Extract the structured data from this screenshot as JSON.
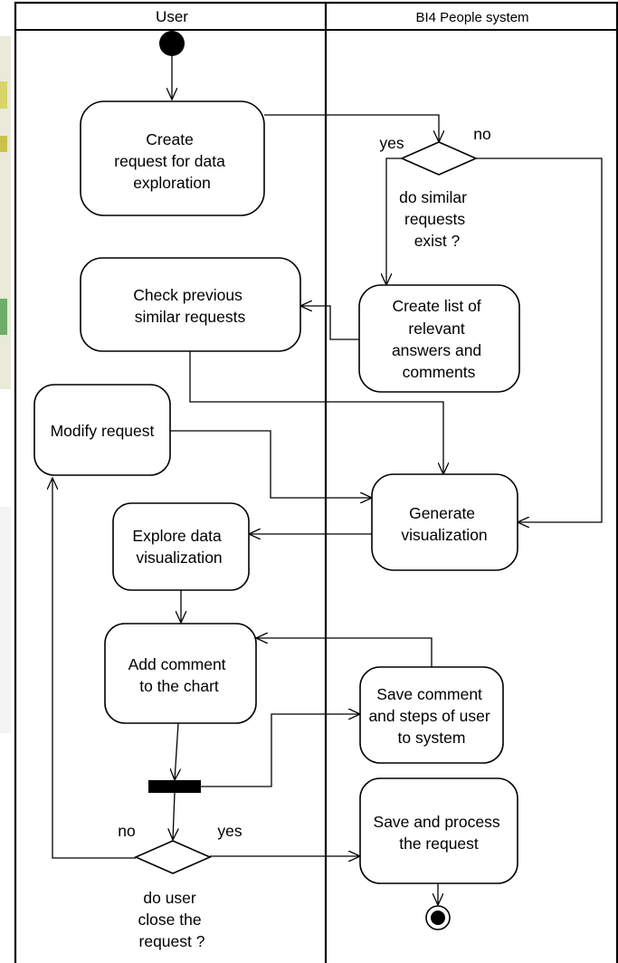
{
  "lanes": {
    "user": "User",
    "system": "BI4 People system"
  },
  "actions": {
    "create_request": [
      "Create",
      "request for data",
      "exploration"
    ],
    "check_previous": [
      "Check previous",
      "similar requests"
    ],
    "create_list": [
      "Create list of",
      "relevant",
      "answers and",
      "comments"
    ],
    "modify_request": [
      "Modify request"
    ],
    "generate_visualization": [
      "Generate",
      "visualization"
    ],
    "explore_visualization": [
      "Explore data",
      "visualization"
    ],
    "add_comment": [
      "Add comment",
      "to the chart"
    ],
    "save_comment": [
      "Save comment",
      "and steps of user",
      "to system"
    ],
    "save_process": [
      "Save and process",
      "the request"
    ]
  },
  "decisions": {
    "similar_requests": {
      "question": [
        "do similar",
        "requests",
        "exist ?"
      ],
      "yes_label": "yes",
      "no_label": "no"
    },
    "close_request": {
      "question": [
        "do user",
        "close the",
        "request ?"
      ],
      "yes_label": "yes",
      "no_label": "no"
    }
  },
  "colors": {
    "line": "#000000",
    "background": "#ffffff",
    "left_strip": "#e6e6dc"
  }
}
